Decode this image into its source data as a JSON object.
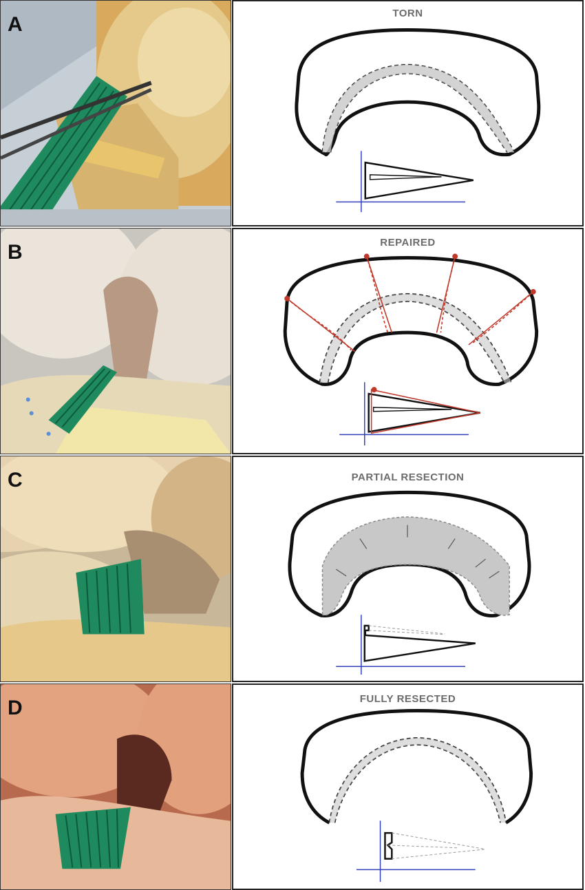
{
  "panels": [
    {
      "letter": "A",
      "title": "TORN"
    },
    {
      "letter": "B",
      "title": "REPAIRED"
    },
    {
      "letter": "C",
      "title": "PARTIAL RESECTION"
    },
    {
      "letter": "D",
      "title": "FULLY RESECTED"
    }
  ],
  "colors": {
    "outline": "#111111",
    "suture": "#c0392b",
    "axis": "#2f3fb8",
    "resected_fill": "#c8c8c8",
    "sensor": "#1f8a5e"
  },
  "icons": [
    "knee-photo",
    "meniscus-diagram",
    "cross-section-diagram"
  ]
}
